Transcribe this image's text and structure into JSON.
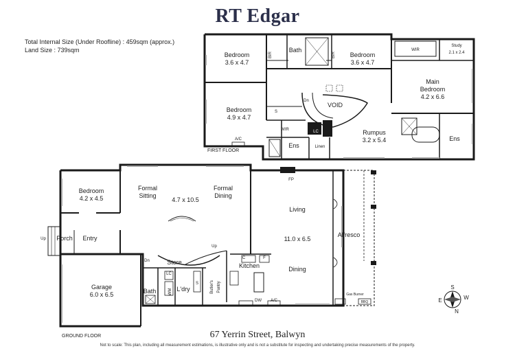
{
  "brand": "RT Edgar",
  "info": {
    "internal_size": "Total Internal Size (Under Roofline) : 459sqm (approx.)",
    "land_size": "Land Size : 739sqm"
  },
  "address": "67 Yerrin Street, Balwyn",
  "disclaimer": "Not to scale: This plan, including all measurement estimations, is illustrative only and is not a substitute for inspecting and undertaking precise measurements of the property.",
  "first_floor": {
    "label": "FIRST FLOOR",
    "bedroom1": {
      "name": "Bedroom",
      "size": "3.6 x 4.7"
    },
    "bath": "Bath",
    "bedroom2": {
      "name": "Bedroom",
      "size": "3.6 x 4.7"
    },
    "wir_top": "WIR",
    "study": {
      "name": "Study",
      "size": "2.1 x 2.4"
    },
    "main_bedroom": {
      "name": "Main",
      "name2": "Bedroom",
      "size": "4.2 x 6.6"
    },
    "bedroom3": {
      "name": "Bedroom",
      "size": "4.9 x 4.7"
    },
    "void": "VOID",
    "rumpus": {
      "name": "Rumpus",
      "size": "3.2 x 5.4"
    },
    "wir": "WIR",
    "ens_left": "Ens",
    "linen": "Linen",
    "ens_right": "Ens",
    "bir1": "BIR",
    "bir2": "BIR",
    "s": "S",
    "lc": "LC",
    "dn": "Dn",
    "ac": "A/C"
  },
  "ground_floor": {
    "label": "GROUND FLOOR",
    "bedroom": {
      "name": "Bedroom",
      "size": "4.2 x 4.5"
    },
    "formal_sitting": {
      "name": "Formal",
      "name2": "Sitting"
    },
    "formal_size": "4.7 x 10.5",
    "formal_dining": {
      "name": "Formal",
      "name2": "Dining"
    },
    "living": "Living",
    "living_size": "11.0 x 6.5",
    "dining": "Dining",
    "alfresco": "Alfresco",
    "porch": "Porch",
    "entry": "Entry",
    "store": "Store",
    "kitchen": "Kitchen",
    "garage": {
      "name": "Garage",
      "size": "6.0 x 6.5"
    },
    "bath": "Bath",
    "laundry": "L'dry",
    "butlers": {
      "name": "Butler's",
      "name2": "Pantry"
    },
    "fp": "FP",
    "up_porch": "Up",
    "up_stair": "Up",
    "dn": "Dn",
    "lc": "LC",
    "wm": "WM",
    "s": "S",
    "c": "C",
    "f": "F",
    "dw": "DW",
    "ac": "A/C",
    "gas_burner": "Gas Burner",
    "bbq": "BBQ"
  },
  "compass": {
    "n": "N",
    "s": "S",
    "e": "E",
    "w": "W"
  }
}
